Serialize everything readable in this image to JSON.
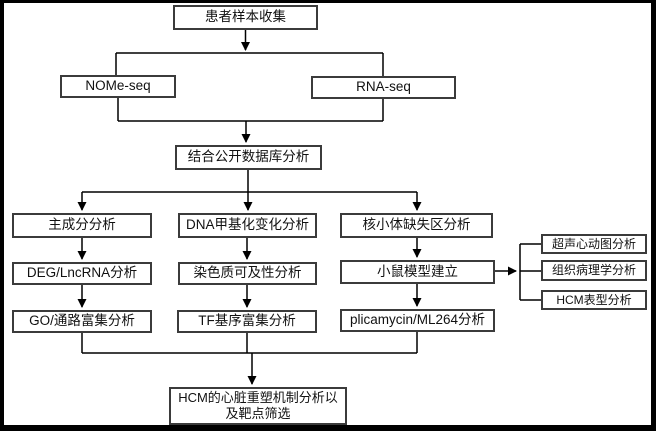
{
  "diagram": {
    "type": "flowchart",
    "colors": {
      "background": "#ffffff",
      "box_border": "#3b3b3b",
      "connector_line": "#000000",
      "text": "#111111",
      "outer_frame": "#000000"
    },
    "nodes": {
      "patient_sample_collection": {
        "label": "患者样本收集"
      },
      "nome_seq": {
        "label": "NOMe-seq"
      },
      "rna_seq": {
        "label": "RNA-seq"
      },
      "public_db_analysis": {
        "label": "结合公开数据库分析"
      },
      "pca": {
        "label": "主成分分析"
      },
      "deg_lncrna": {
        "label": "DEG/LncRNA分析"
      },
      "go_pathway_enrichment": {
        "label": "GO/通路富集分析"
      },
      "dna_methylation_change": {
        "label": "DNA甲基化变化分析"
      },
      "chromatin_accessibility": {
        "label": "染色质可及性分析"
      },
      "tf_motif_enrichment": {
        "label": "TF基序富集分析"
      },
      "nucleosome_depleted_region": {
        "label": "核小体缺失区分析"
      },
      "mouse_model": {
        "label": "小鼠模型建立"
      },
      "plicamycin_ml264": {
        "label": "plicamycin/ML264分析"
      },
      "echocardiography": {
        "label": "超声心动图分析"
      },
      "histopathology": {
        "label": "组织病理学分析"
      },
      "hcm_phenotype": {
        "label": "HCM表型分析"
      },
      "final_target_screening": {
        "label": "HCM的心脏重塑机制分析以及靶点筛选"
      }
    },
    "edges": [
      {
        "from": "patient_sample_collection",
        "to": "nome_seq"
      },
      {
        "from": "patient_sample_collection",
        "to": "rna_seq"
      },
      {
        "from": "nome_seq",
        "to": "public_db_analysis"
      },
      {
        "from": "rna_seq",
        "to": "public_db_analysis"
      },
      {
        "from": "public_db_analysis",
        "to": "pca"
      },
      {
        "from": "public_db_analysis",
        "to": "dna_methylation_change"
      },
      {
        "from": "public_db_analysis",
        "to": "nucleosome_depleted_region"
      },
      {
        "from": "pca",
        "to": "deg_lncrna"
      },
      {
        "from": "deg_lncrna",
        "to": "go_pathway_enrichment"
      },
      {
        "from": "dna_methylation_change",
        "to": "chromatin_accessibility"
      },
      {
        "from": "chromatin_accessibility",
        "to": "tf_motif_enrichment"
      },
      {
        "from": "nucleosome_depleted_region",
        "to": "mouse_model"
      },
      {
        "from": "mouse_model",
        "to": "plicamycin_ml264"
      },
      {
        "from": "mouse_model",
        "to": "echocardiography"
      },
      {
        "from": "mouse_model",
        "to": "histopathology"
      },
      {
        "from": "mouse_model",
        "to": "hcm_phenotype"
      },
      {
        "from": "go_pathway_enrichment",
        "to": "final_target_screening"
      },
      {
        "from": "tf_motif_enrichment",
        "to": "final_target_screening"
      },
      {
        "from": "plicamycin_ml264",
        "to": "final_target_screening"
      }
    ]
  }
}
